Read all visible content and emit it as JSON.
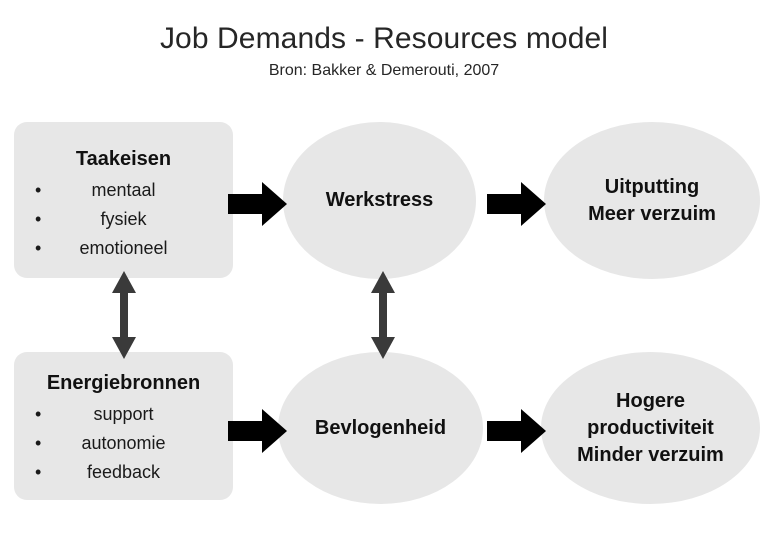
{
  "header": {
    "title": "Job Demands - Resources model",
    "subtitle": "Bron: Bakker & Demerouti, 2007"
  },
  "colors": {
    "background": "#ffffff",
    "shape_fill": "#e7e7e7",
    "shape_text": "#111111",
    "title_text": "#262626",
    "block_arrow": "#000000",
    "double_arrow": "#3a3a3a"
  },
  "diagram": {
    "type": "flow-diagram",
    "nodes": [
      {
        "id": "taakeisen",
        "shape": "rounded-rectangle",
        "heading": "Taakeisen",
        "bullets": [
          "mentaal",
          "fysiek",
          "emotioneel"
        ]
      },
      {
        "id": "werkstress",
        "shape": "ellipse",
        "lines": [
          "Werkstress"
        ]
      },
      {
        "id": "uitputting",
        "shape": "ellipse",
        "lines": [
          "Uitputting",
          "Meer verzuim"
        ]
      },
      {
        "id": "energiebronnen",
        "shape": "rounded-rectangle",
        "heading": "Energiebronnen",
        "bullets": [
          "support",
          "autonomie",
          "feedback"
        ]
      },
      {
        "id": "bevlogenheid",
        "shape": "ellipse",
        "lines": [
          "Bevlogenheid"
        ]
      },
      {
        "id": "hogere-productiviteit",
        "shape": "ellipse",
        "lines": [
          "Hogere",
          "productiviteit",
          "Minder verzuim"
        ]
      }
    ],
    "connectors": [
      {
        "id": "taakeisen-to-werkstress",
        "style": "block-arrow",
        "direction": "right"
      },
      {
        "id": "werkstress-to-uitputting",
        "style": "block-arrow",
        "direction": "right"
      },
      {
        "id": "energiebronnen-to-bevlogenheid",
        "style": "block-arrow",
        "direction": "right"
      },
      {
        "id": "bevlogenheid-to-hogere-productiviteit",
        "style": "block-arrow",
        "direction": "right"
      },
      {
        "id": "taakeisen-energiebronnen",
        "style": "double-headed-arrow",
        "direction": "vertical"
      },
      {
        "id": "werkstress-bevlogenheid",
        "style": "double-headed-arrow",
        "direction": "vertical"
      }
    ]
  },
  "bullet_glyph": "•"
}
